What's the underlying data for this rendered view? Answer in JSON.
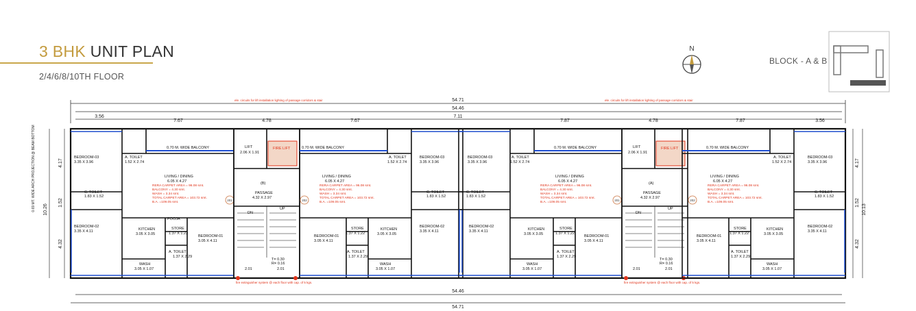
{
  "header": {
    "title_prefix": "3 BHK",
    "title_suffix": " UNIT PLAN",
    "floors": "2/4/6/8/10TH FLOOR",
    "block": "BLOCK - A & B",
    "north": "N"
  },
  "dimensions": {
    "overall": "54.71",
    "inner": "54.46",
    "segments": [
      "3.56",
      "7.67",
      "4.78",
      "7.67",
      "7.11",
      "7.87",
      "4.78",
      "7.87",
      "3.56"
    ],
    "left_height": "10.26",
    "right_height": "10.13",
    "left_sub": [
      "4.17",
      "1.52",
      "4.32"
    ],
    "right_sub": [
      "4.17",
      "1.52",
      "4.32"
    ],
    "stair_w": "2.01",
    "arch_note": "0.69 MT. WIDE ARCH PROJECTION @ BEAM BOTTOM"
  },
  "notes": {
    "lift_circuit": "ele. circuits for lift installation lighting of passage corridors & stair",
    "fire_ext": "fire extinguisher system @ each floor with cap. of 5 kgs."
  },
  "flat": {
    "bedroom3": "BEDROOM-03",
    "bedroom3_size": "3.35 X 3.96",
    "bedroom2": "BEDROOM-02",
    "bedroom2_size": "3.35 X 4.11",
    "bedroom1": "BEDROOM-01",
    "bedroom1_size": "3.05 X 4.11",
    "toilet": "A. TOILET",
    "toilet_size": "1.52 X 2.74",
    "ctoilet": "C. TOILET",
    "ctoilet_size": "1.83 X 1.52",
    "atoilet2_size": "1.37 X 2.29",
    "living": "LIVING / DINING",
    "living_size": "6.05 X 4.27",
    "kitchen": "KITCHEN",
    "kitchen_size": "3.05 X 3.05",
    "wash": "WASH",
    "wash_size": "3.05 X 1.07",
    "store": "STORE",
    "store_size": "1.37 X 1.22",
    "pooja": "POOJA",
    "balcony": "0.70 M. WIDE BALCONY",
    "rera": "RERA CARPET AREA = 96.08 smt.",
    "balcony_area": "BALCONY = 4.30 smt.",
    "wash_area": "WASH = 3.34 smt.",
    "total": "TOTAL CARPET AREA = 103.72 smt.",
    "ba": "B.A. =109.05 smt."
  },
  "core": {
    "lift": "LIFT",
    "lift_size": "2.06 X 1.91",
    "fire_lift": "FIRE LIFT",
    "passage": "PASSAGE",
    "passage_size": "4.32 X 2.97",
    "label_b": "(B)",
    "label_a": "(A)",
    "dn": "DN",
    "up": "UP",
    "tread": "T= 0.30",
    "riser": "R= 0.16"
  },
  "units": [
    "201",
    "202",
    "201",
    "202"
  ],
  "colors": {
    "gold": "#c39b3e",
    "wall": "#1a1a1a",
    "blue": "#1f4fd1",
    "red": "#e0341b"
  }
}
